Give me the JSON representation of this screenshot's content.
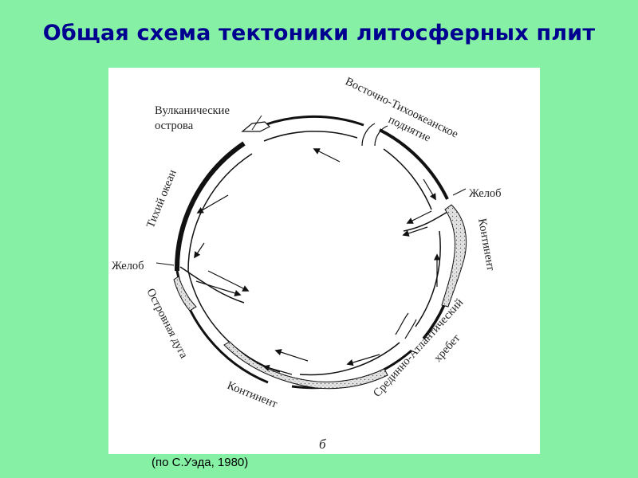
{
  "slide": {
    "title": "Общая схема тектоники литосферных плит",
    "caption": "(по С.Уэда, 1980)"
  },
  "diagram": {
    "labels": {
      "volcanic_islands_line1": "Вулканические",
      "volcanic_islands_line2": "острова",
      "east_pacific_rise_line1": "Восточно-Тихоокеанское",
      "east_pacific_rise_line2": "поднятие",
      "trench_right": "Желоб",
      "continent_right": "Континент",
      "mid_atlantic_ridge_line1": "Срединно-Атлантический",
      "mid_atlantic_ridge_line2": "хребет",
      "continent_bottom": "Континент",
      "island_arc": "Островная дуга",
      "trench_left": "Желоб",
      "pacific_ocean": "Тихий океан",
      "figure_letter": "б"
    },
    "colors": {
      "background": "#86f0a4",
      "title": "#000090",
      "line": "#111111",
      "crust_fill": "#d8d8d8"
    }
  }
}
